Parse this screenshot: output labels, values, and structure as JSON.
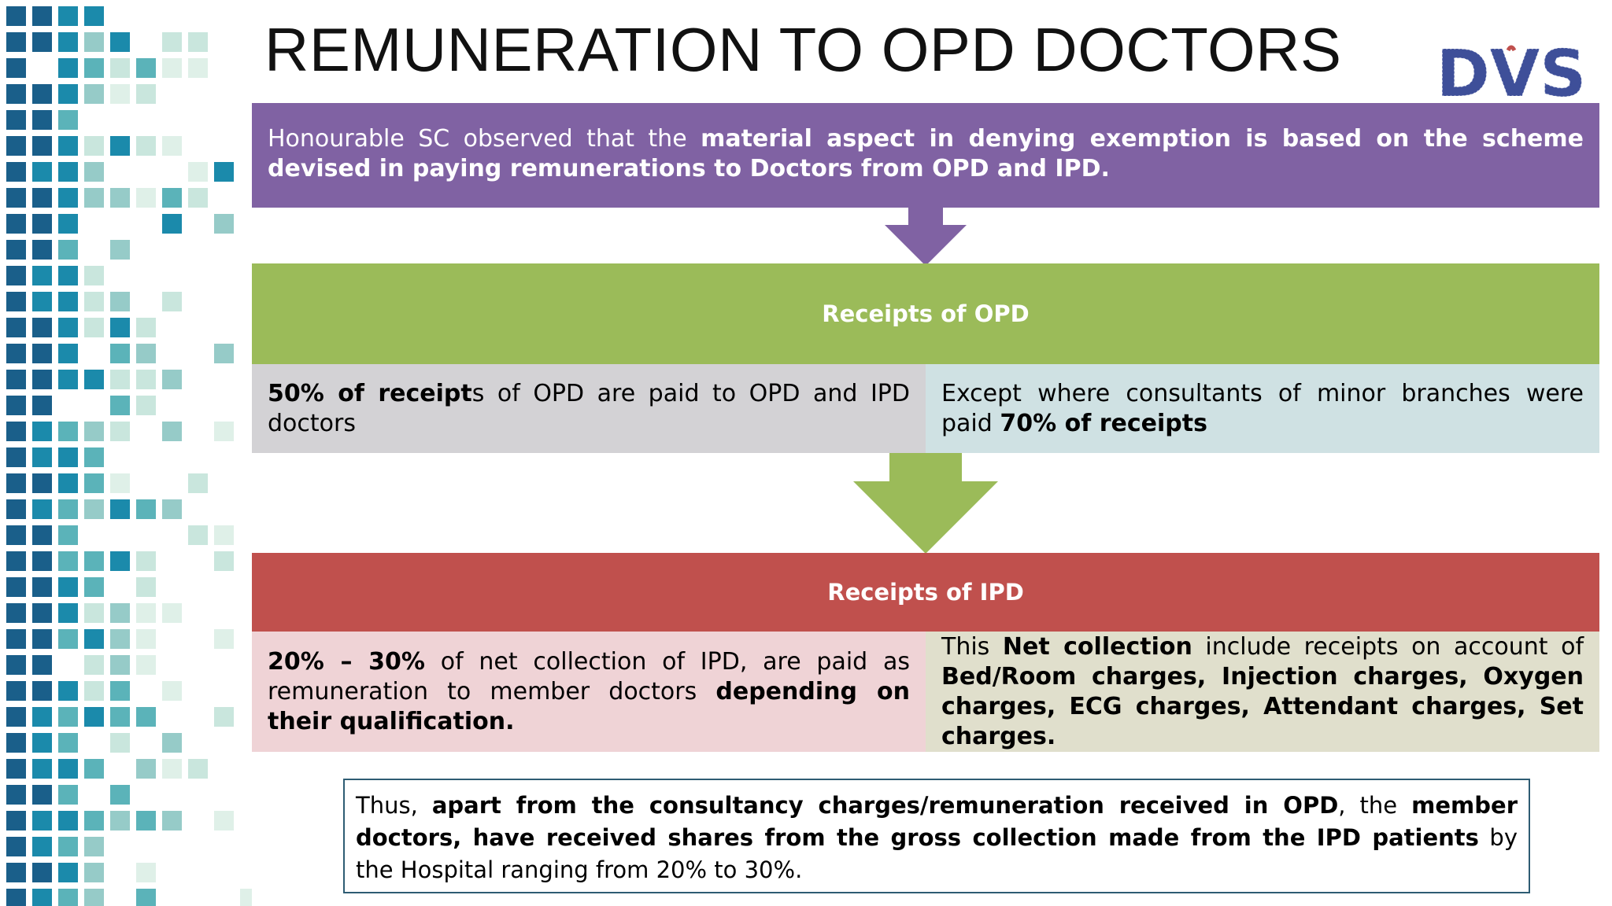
{
  "slide": {
    "title": "REMUNERATION TO OPD DOCTORS",
    "logo_text": "DVS"
  },
  "intro": {
    "text_1": "Honourable SC observed that the ",
    "bold_1": "material aspect in denying exemption is based on the scheme devised in paying remunerations to Doctors from OPD and IPD.",
    "color": "#8062a3"
  },
  "opd": {
    "header": "Receipts of OPD",
    "header_color": "#9bbb59",
    "left_bold": "50% of receipt",
    "left_text": "s of OPD are paid to OPD and IPD doctors",
    "right_text": "Except where consultants of minor branches were paid ",
    "right_bold": "70% of receipts"
  },
  "ipd": {
    "header": "Receipts of IPD",
    "header_color": "#c0504d",
    "left_bold_1": "20% – 30%",
    "left_text_1": " of net collection of IPD, are paid as remuneration to member doctors ",
    "left_bold_2": "depending on their qualification.",
    "right_text_1": "This ",
    "right_bold_1": "Net collection",
    "right_text_2": " include receipts on account of ",
    "right_bold_2": "Bed/Room charges, Injection charges, Oxygen charges, ECG charges, Attendant charges, Set charges."
  },
  "summary": {
    "text_1": "Thus, ",
    "bold_1": "apart from the consultancy charges/remuneration received in OPD",
    "text_2": ", the ",
    "bold_2": "member doctors, have received shares from the gross collection made from the IPD patients",
    "text_3": " by the Hospital ranging from 20% to 30%."
  },
  "colors": {
    "mosaic": [
      "#1a5f8a",
      "#1b8aab",
      "#5bb3b9",
      "#96cbc8",
      "#c9e6dd",
      "#dff0e8"
    ]
  }
}
